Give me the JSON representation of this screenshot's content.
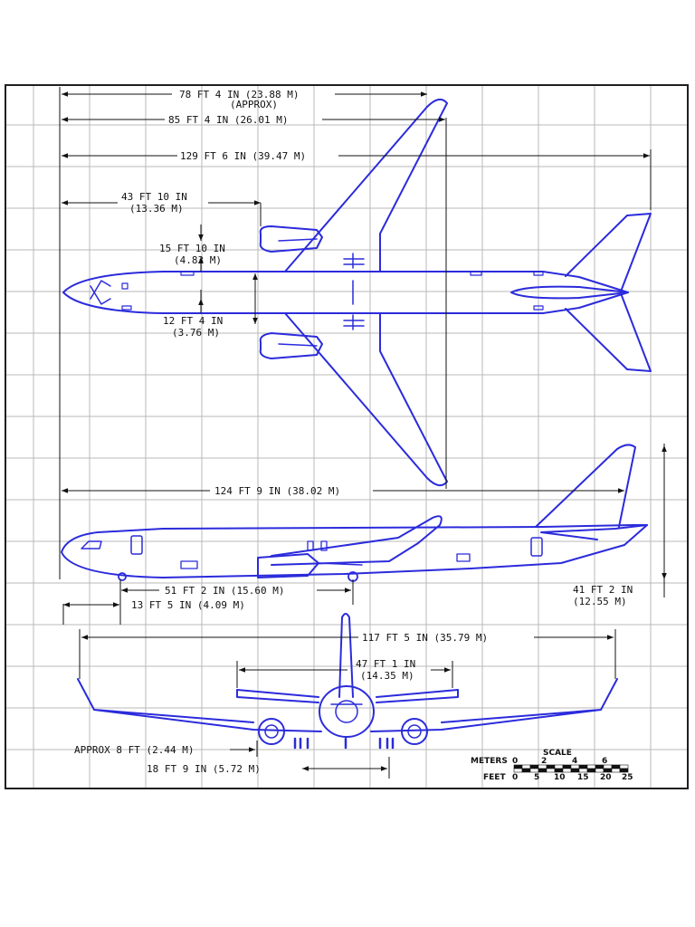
{
  "colors": {
    "aircraft": "#2b2bdc",
    "grid": "#b9b9b9",
    "dimension": "#111111",
    "frame": "#1f1f1f"
  },
  "dimensions": {
    "d1": "78 FT 4 IN (23.88 M)",
    "d1_note": "(APPROX)",
    "d2": "85 FT 4 IN (26.01 M)",
    "d3": "129 FT 6 IN (39.47 M)",
    "d4a": "43 FT 10 IN",
    "d4b": "(13.36 M)",
    "d5a": "15 FT 10 IN",
    "d5b": "(4.83 M)",
    "d6a": "12 FT 4 IN",
    "d6b": "(3.76 M)",
    "d7": "124 FT 9 IN (38.02 M)",
    "d8": "51 FT 2 IN (15.60 M)",
    "d9": "13 FT 5 IN (4.09 M)",
    "d10a": "41 FT 2 IN",
    "d10b": "(12.55 M)",
    "d11": "117 FT 5 IN (35.79 M)",
    "d12a": "47 FT 1 IN",
    "d12b": "(14.35 M)",
    "d13": "APPROX 8 FT (2.44 M)",
    "d14": "18 FT 9 IN (5.72 M)"
  },
  "scale": {
    "title": "SCALE",
    "meters_label": "METERS",
    "meters_ticks": [
      "0",
      "2",
      "4",
      "6"
    ],
    "feet_label": "FEET",
    "feet_ticks": [
      "0",
      "5",
      "10",
      "15",
      "20",
      "25"
    ]
  }
}
